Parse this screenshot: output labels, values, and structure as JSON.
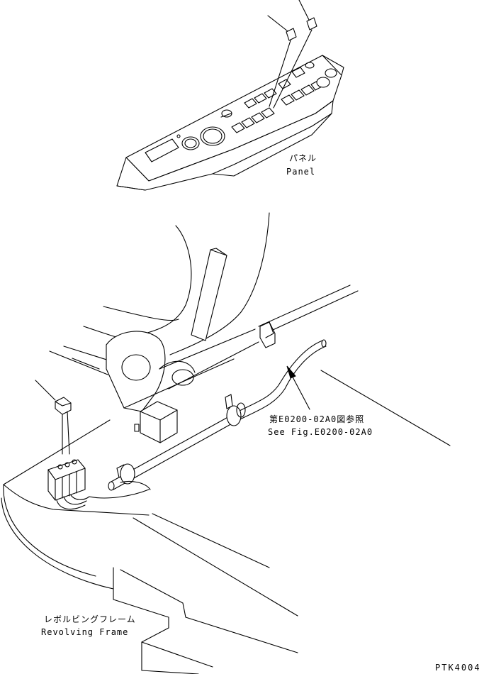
{
  "labels": {
    "panel_ja": "パネル",
    "panel_en": "Panel",
    "see_fig_ja": "第E0200-02A0図参照",
    "see_fig_en": "See Fig.E0200-02A0",
    "frame_ja": "レボルビングフレーム",
    "frame_en": "Revolving Frame",
    "drawing_code": "PTK4004"
  }
}
